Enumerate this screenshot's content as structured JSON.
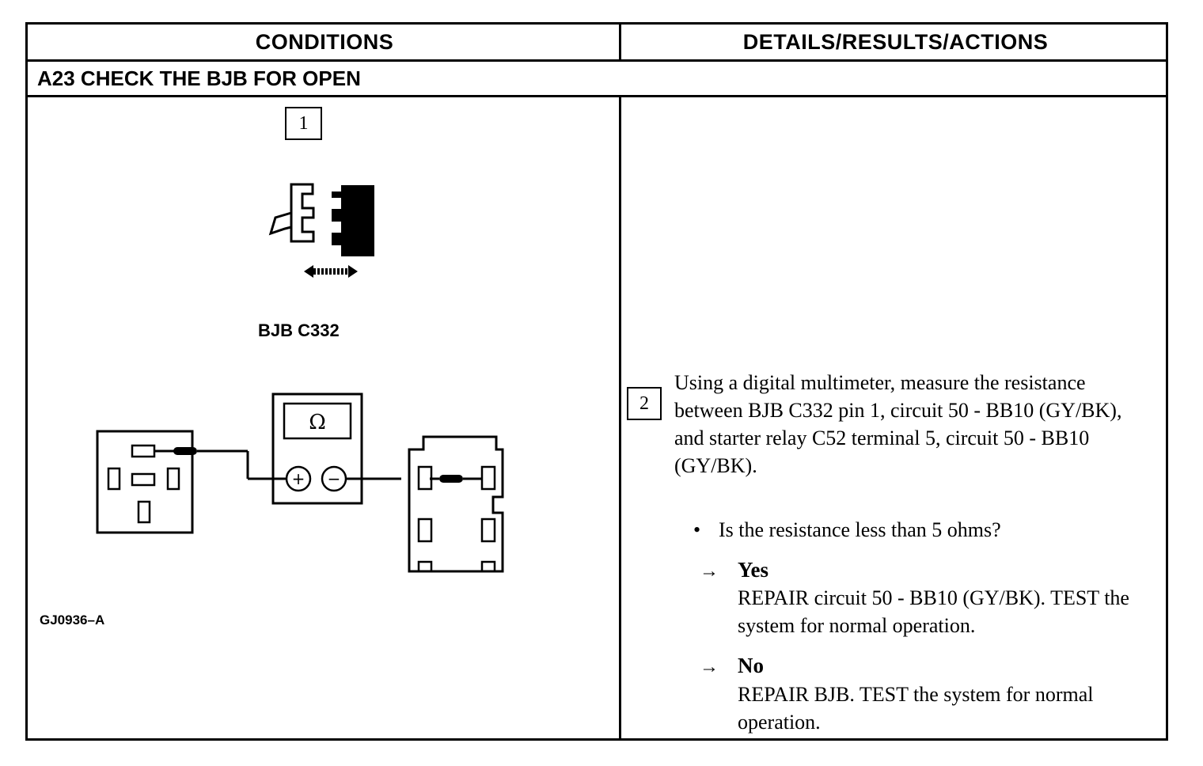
{
  "header": {
    "conditions": "CONDITIONS",
    "details": "DETAILS/RESULTS/ACTIONS"
  },
  "step": {
    "title": "A23 CHECK THE BJB FOR OPEN"
  },
  "conditions": {
    "step1_number": "1",
    "connector_label": "BJB C332",
    "meter_symbol": "Ω",
    "plus_symbol": "+",
    "minus_symbol": "−",
    "figure_code": "GJ0936–A"
  },
  "details": {
    "step2_number": "2",
    "instruction": "Using a digital multimeter, measure the resistance between BJB C332 pin 1, circuit 50 - BB10 (GY/BK), and starter relay C52 terminal 5, circuit 50 - BB10 (GY/BK).",
    "bullet": "•",
    "question": "Is the resistance less than 5 ohms?",
    "arrow": "→",
    "yes_label": "Yes",
    "yes_action": "REPAIR circuit 50 - BB10 (GY/BK). TEST the system for normal operation.",
    "no_label": "No",
    "no_action": "REPAIR BJB. TEST the system for normal operation."
  }
}
